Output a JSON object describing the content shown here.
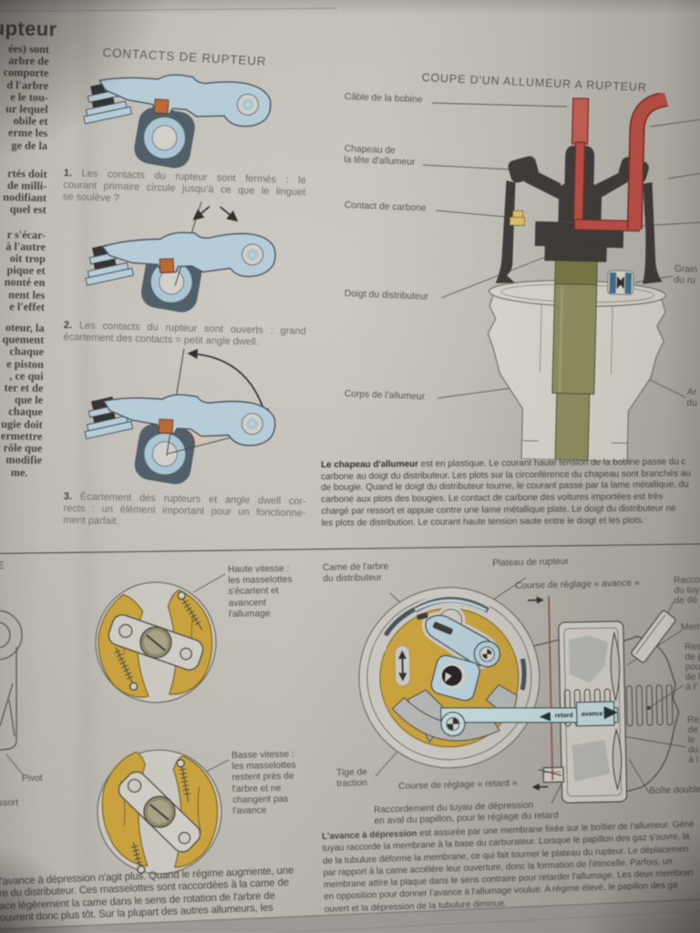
{
  "photo_of": "printed manual page",
  "title_fragment": "rupteur",
  "left_column": {
    "block_a": [
      "ées) sont",
      "arbre de",
      "comporte",
      "d l'arbre",
      "e le tou-",
      "ur lequel",
      "obile et",
      "erme les",
      "ge de la"
    ],
    "block_b": [
      "rtés doit",
      "de milli-",
      "nodifiant",
      "quel est"
    ],
    "block_c": [
      "r s'écar-",
      "à l'autre",
      "oit trop",
      "pique et",
      "nonté en",
      "nent les",
      "e l'effet"
    ],
    "block_d": [
      "oteur, la",
      "quement",
      "chaque",
      "e piston",
      ", ce qui",
      "ter et de",
      "que le",
      "chaque",
      "ugie doit",
      "ermettre",
      "rôle que",
      "modifie",
      "me."
    ]
  },
  "contacts": {
    "heading": "CONTACTS DE RUPTEUR",
    "cap1": {
      "num": "1.",
      "line1": "Les contacts du rupteur sont fermés : le",
      "rest": [
        "courant primaire circule jusqu'à ce que le linguet",
        "se soulève ?"
      ]
    },
    "cap2": {
      "num": "2.",
      "line1": "Les contacts du rupteur sont ouverts : grand",
      "rest": [
        "écartement des contacts = petit angle dwell."
      ]
    },
    "cap3": {
      "num": "3.",
      "line1": "Écartement des rupteurs et angle dwell cor-",
      "rest": [
        "rects : un élément important pour un fonctionne-",
        "ment parfait."
      ]
    }
  },
  "coupe": {
    "heading": "COUPE D'UN ALLUMEUR A RUPTEUR",
    "labels": {
      "cable": "Câble de la bobine",
      "chapeau": [
        "Chapeau de",
        "la tête d'allumeur"
      ],
      "carbone": "Contact de carbone",
      "doigt": "Doigt du distributeur",
      "corps": "Corps de l'allumeur",
      "grain": [
        "Grain",
        "du ru"
      ],
      "arbre": [
        "Ar",
        "du"
      ]
    },
    "para": {
      "lead": "Le chapeau d'allumeur",
      "line1": " est en plastique. Le courant haute tension de la bobine passe du c",
      "rest": [
        "carbone au doigt du distributeur. Les plots sur la circonférence du chapeau sont branchés au",
        "de bougie. Quand le doigt du distributeur tourne, le courant passe par la lame métallique, du",
        "carbone aux plots des bougies. Le contact de carbone des voitures importées est très",
        "chargé par ressort et appuie contre une lame métallique plate. Le doigt du distributeur ne",
        "les plots de distribution. Le courant haute tension saute entre le doigt et les plots."
      ]
    }
  },
  "advance": {
    "edge_fragment": "E",
    "pivot": "Pivot",
    "ressort": "ssort",
    "haute": [
      "Haute vitesse :",
      "les masselottes",
      "s'écartent et",
      "avancent",
      "l'allumage"
    ],
    "basse": [
      "Basse vitesse :",
      "les masselottes",
      "restent près de",
      "l'arbre et ne",
      "changent pas",
      "l'avance"
    ],
    "para_left": [
      "l'avance à dépression n'agit plus. Quand le régime augmente, une",
      "re du distributeur. Ces masselottes sont raccordées à la came de",
      "ace légèrement la came dans le sens de rotation de l'arbre de",
      "ouvrent donc plus tôt. Sur la plupart des autres allumeurs, les"
    ],
    "vac": {
      "came": [
        "Came de l'arbre",
        "du distributeur"
      ],
      "plateau": "Plateau de rupteur",
      "course_avance": "Course de réglage « avance »",
      "course_retard": "Course de réglage « retard »",
      "tige": [
        "Tige de",
        "traction"
      ],
      "raccordement": [
        "Raccordement du tuyau de dépression",
        "en aval du papillon, pour le réglage du retard"
      ],
      "retard": "retard",
      "avance": "avance",
      "racco": [
        "Racco",
        "du tuy",
        "de dé"
      ],
      "mem": "Mem",
      "res": [
        "Res",
        "de p",
        "pou",
        "de l",
        "à l'"
      ],
      "re2": [
        "Re",
        "de",
        "le",
        "du",
        "à l"
      ],
      "boite": "Boîte double"
    },
    "para_right": {
      "lead": "L'avance à dépression",
      "line1": " est assurée par une membrane fixée sur le boîtier de l'allumeur. Géné",
      "rest": [
        "tuyau raccorde la membrane à la base du carburateur. Lorsque le papillon des gaz s'ouvre, la",
        "de la tubulure déforme la membrane, ce qui fait tourner le plateau du rupteur. Le déplacemen",
        "par rapport à la came accélère leur ouverture, donc la formation de l'étincelle. Parfois, un",
        "membrane attire la plaque dans le sens contraire pour retarder l'allumage. Les deux membran",
        "en opposition pour donner l'avance à l'allumage voulue. A régime élevé, le papillon des ga",
        "ouvert et la dépression de la tubulure diminue."
      ]
    }
  },
  "colors": {
    "paper": "#c2bfba",
    "ink": "#45423e",
    "diagram_blue": "#b7cfdc",
    "ring_slate": "#4d5d68",
    "orange": "#c0662f",
    "wedge_salmon": "#e3c3ad",
    "cap_charcoal": "#3b3835",
    "cable_red": "#bf4b40",
    "shaft_olive": "#8f8e5c",
    "contact_yellow": "#e2bf63",
    "plate_gold": "#cda335",
    "bar_cyan": "#c4dde0"
  }
}
